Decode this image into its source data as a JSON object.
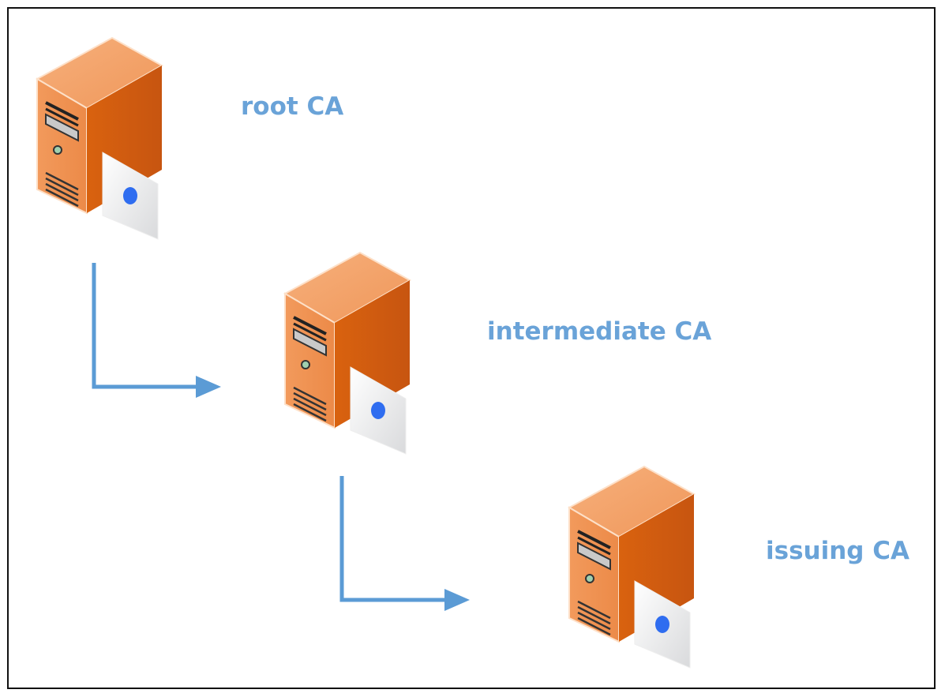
{
  "nodes": [
    {
      "label": "root CA",
      "icon": "server-certificate-icon"
    },
    {
      "label": "intermediate CA",
      "icon": "server-certificate-icon"
    },
    {
      "label": "issuing CA",
      "icon": "server-certificate-icon"
    }
  ],
  "edges": [
    {
      "from": "root CA",
      "to": "intermediate CA"
    },
    {
      "from": "intermediate CA",
      "to": "issuing CA"
    }
  ],
  "colors": {
    "server": "#e8782e",
    "arrow": "#5b9bd5",
    "label": "#6aa3d8",
    "cert_dot": "#2f6df0"
  }
}
